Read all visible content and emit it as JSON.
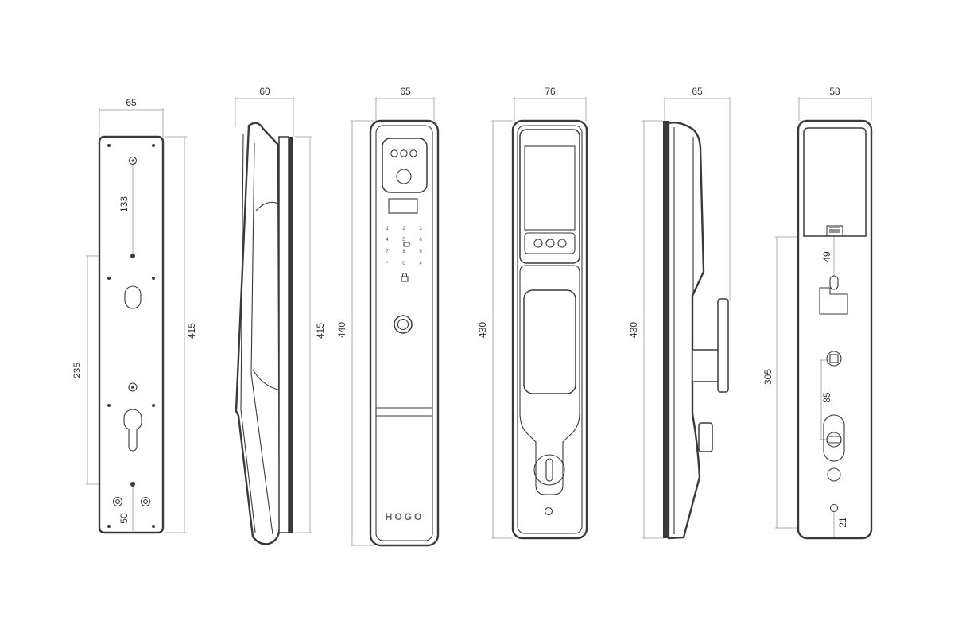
{
  "brand_logo": "HOGO",
  "colors": {
    "line": "#3a3a3a",
    "dimension_line": "#999999",
    "text": "#333333",
    "background": "#ffffff"
  },
  "views": {
    "back_plate": {
      "width": "65",
      "hole_spacing": "133",
      "spindle_spacing": "235",
      "height": "415",
      "bottom": "50"
    },
    "side_view_left": {
      "width": "60",
      "height": "415"
    },
    "front_view": {
      "width": "65",
      "height": "440"
    },
    "front_angled_view": {
      "width": "76",
      "height": "430"
    },
    "side_view_right": {
      "width": "65",
      "height": "430"
    },
    "inner_view": {
      "width": "58",
      "height": "305",
      "hole_offset": "49",
      "hole_spacing": "85",
      "bottom_offset": "21"
    }
  },
  "keypad": {
    "keys": [
      "1",
      "2",
      "3",
      "4",
      "5",
      "6",
      "7",
      "8",
      "9",
      "*",
      "0",
      "#"
    ]
  }
}
